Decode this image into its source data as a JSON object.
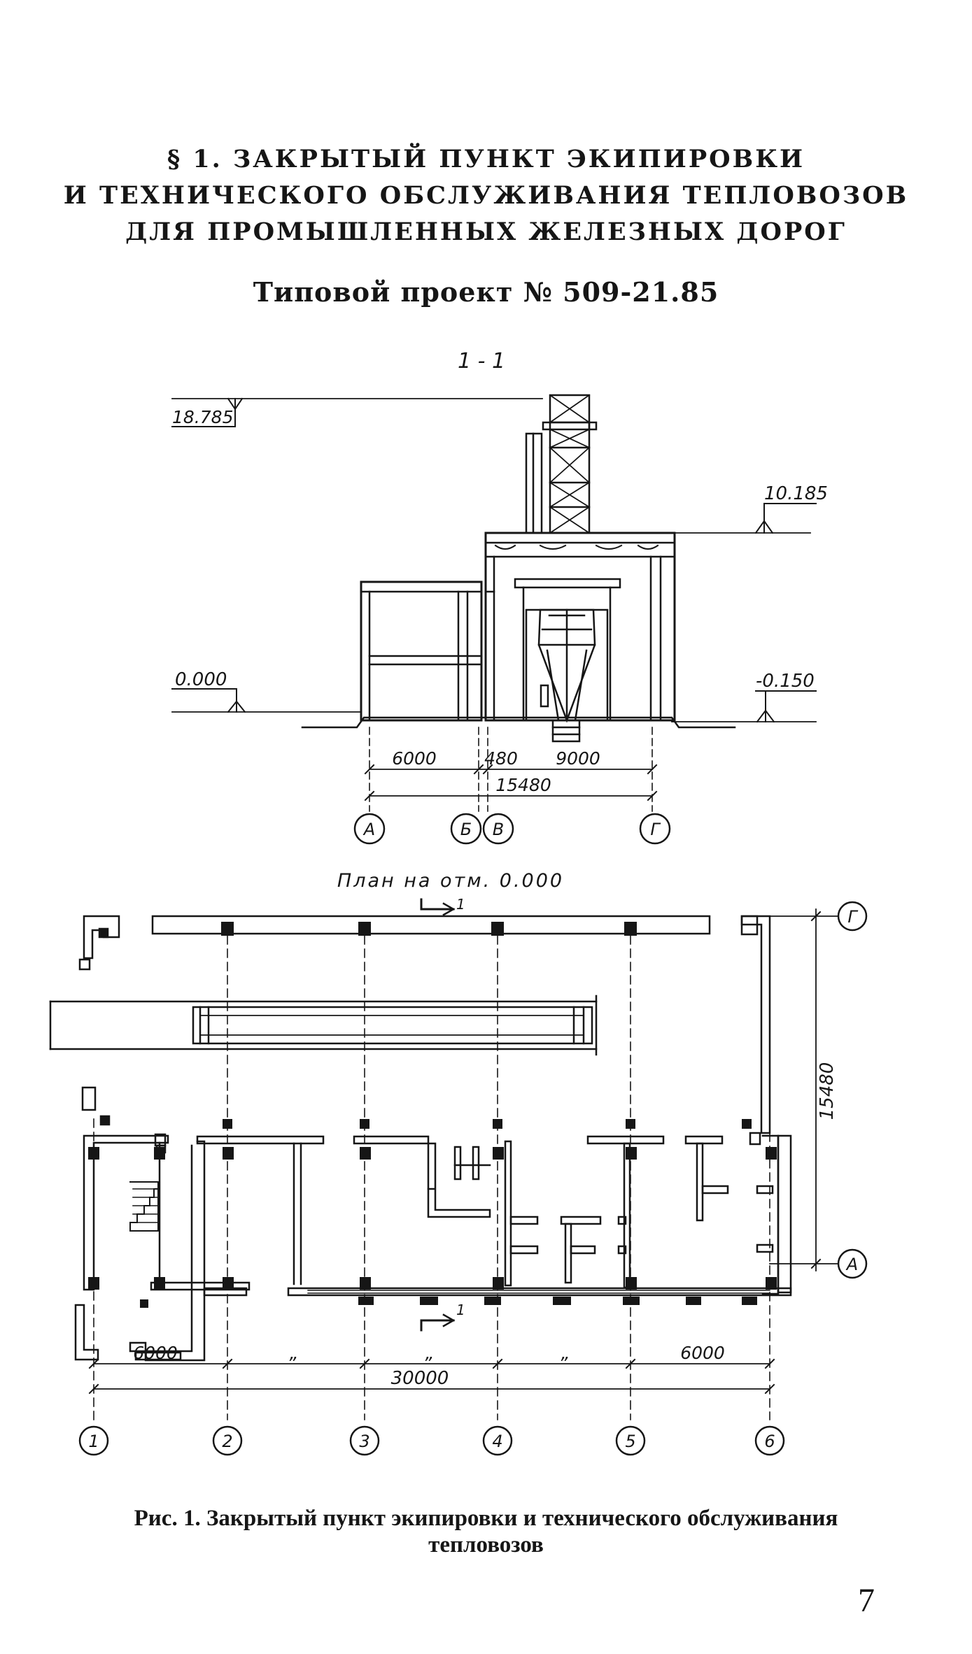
{
  "heading": {
    "line1": "§ 1. ЗАКРЫТЫЙ ПУНКТ ЭКИПИРОВКИ",
    "line2": "И ТЕХНИЧЕСКОГО ОБСЛУЖИВАНИЯ ТЕПЛОВОЗОВ",
    "line3": "ДЛЯ ПРОМЫШЛЕННЫХ ЖЕЛЕЗНЫХ ДОРОГ"
  },
  "project_line": "Типовой проект № 509-21.85",
  "section": {
    "label": "1 - 1",
    "levels": [
      "18.785",
      "10.185",
      "0.000",
      "-0.150"
    ],
    "dimensions": [
      "6000",
      "480",
      "9000",
      "15480"
    ],
    "axes": [
      "А",
      "Б",
      "В",
      "Г"
    ]
  },
  "plan": {
    "title": "План на отм. 0.000",
    "cut_marks": [
      "1",
      "1"
    ],
    "row_axes": [
      "Г",
      "А"
    ],
    "column_axes": [
      "1",
      "2",
      "3",
      "4",
      "5",
      "6"
    ],
    "vertical_dimension": "15480",
    "dimensions": [
      "6000",
      "„",
      "„",
      "„",
      "6000",
      "30000"
    ]
  },
  "caption": {
    "line1": "Рис. 1. Закрытый пункт экипировки и технического обслуживания",
    "line2": "тепловозов"
  },
  "page_number": "7"
}
